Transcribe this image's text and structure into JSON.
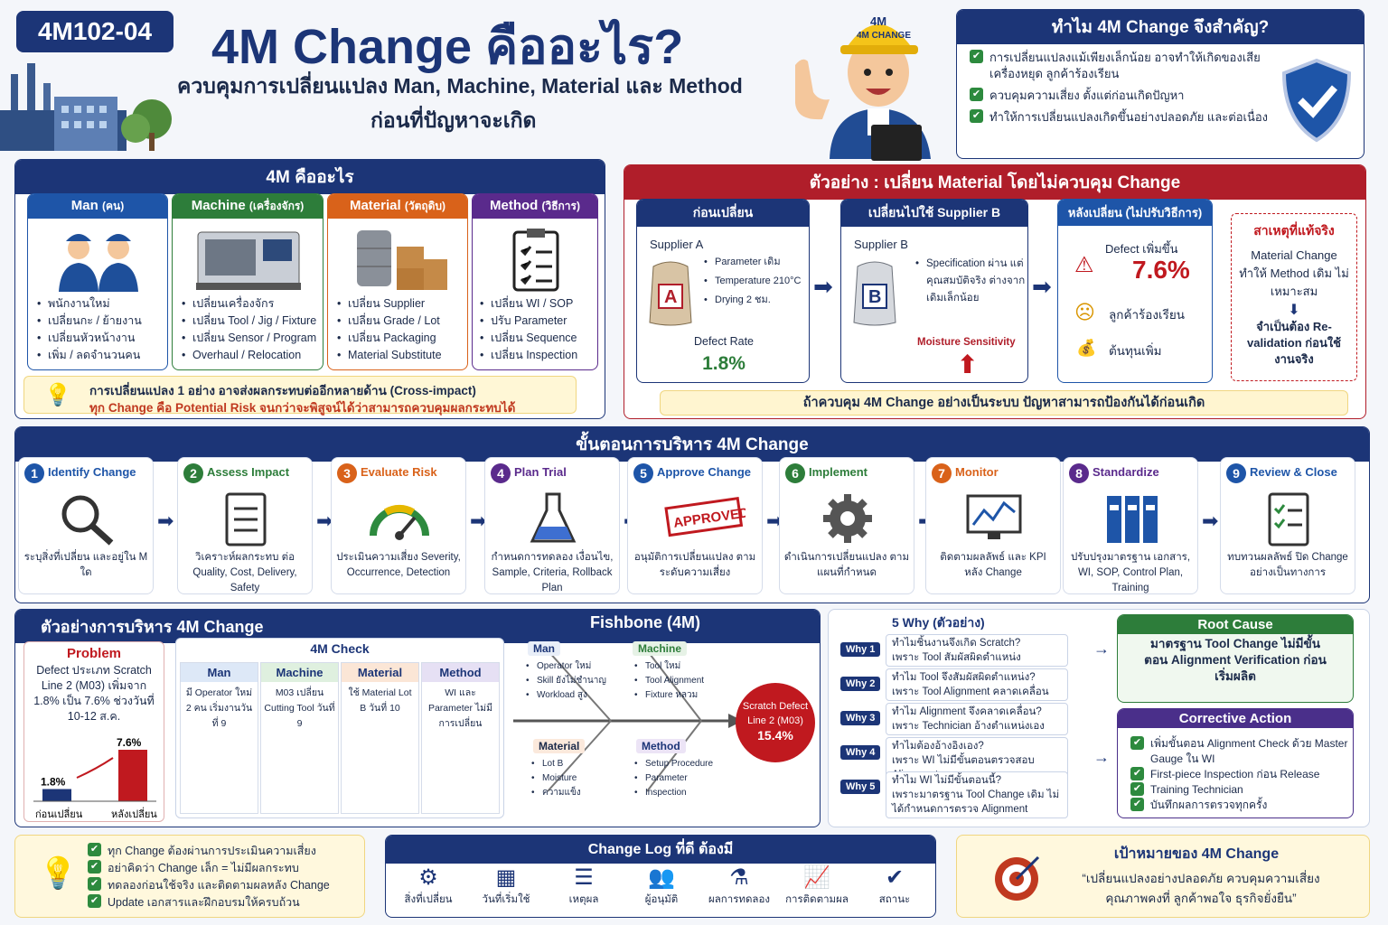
{
  "code": "4M102-04",
  "title": "4M Change คืออะไร?",
  "subtitle1": "ควบคุมการเปลี่ยนแปลง Man, Machine, Material และ Method",
  "subtitle2": "ก่อนที่ปัญหาจะเกิด",
  "helmet_text": "4M CHANGE",
  "why": {
    "title": "ทำไม 4M Change จึงสำคัญ?",
    "items": [
      "การเปลี่ยนแปลงแม้เพียงเล็กน้อย อาจทำให้เกิดของเสีย เครื่องหยุด ลูกค้าร้องเรียน",
      "ควบคุมความเสี่ยง ตั้งแต่ก่อนเกิดปัญหา",
      "ทำให้การเปลี่ยนแปลงเกิดขึ้นอย่างปลอดภัย และต่อเนื่อง"
    ]
  },
  "fourm": {
    "title": "4M คืออะไร",
    "cols": [
      {
        "name": "Man",
        "th": "(คน)",
        "items": [
          "พนักงานใหม่",
          "เปลี่ยนกะ / ย้ายงาน",
          "เปลี่ยนหัวหน้างาน",
          "เพิ่ม / ลดจำนวนคน"
        ]
      },
      {
        "name": "Machine",
        "th": "(เครื่องจักร)",
        "items": [
          "เปลี่ยนเครื่องจักร",
          "เปลี่ยน Tool / Jig / Fixture",
          "เปลี่ยน Sensor / Program",
          "Overhaul / Relocation"
        ]
      },
      {
        "name": "Material",
        "th": "(วัตถุดิบ)",
        "items": [
          "เปลี่ยน Supplier",
          "เปลี่ยน Grade / Lot",
          "เปลี่ยน Packaging",
          "Material Substitute"
        ]
      },
      {
        "name": "Method",
        "th": "(วิธีการ)",
        "items": [
          "เปลี่ยน WI / SOP",
          "ปรับ Parameter",
          "เปลี่ยน Sequence",
          "เปลี่ยน Inspection"
        ]
      }
    ],
    "note1": "การเปลี่ยนแปลง 1 อย่าง อาจส่งผลกระทบต่ออีกหลายด้าน (Cross-impact)",
    "note2": "ทุก Change คือ Potential Risk จนกว่าจะพิสูจน์ได้ว่าสามารถควบคุมผลกระทบได้"
  },
  "example": {
    "title": "ตัวอย่าง : เปลี่ยน Material โดยไม่ควบคุม Change",
    "before": {
      "title": "ก่อนเปลี่ยน",
      "supplier": "Supplier A",
      "bag": "A",
      "items": [
        "Parameter เดิม",
        "Temperature 210°C",
        "Drying 2 ชม."
      ],
      "rate_label": "Defect Rate",
      "rate": "1.8%"
    },
    "change": {
      "title": "เปลี่ยนไปใช้ Supplier B",
      "supplier": "Supplier B",
      "bag": "B",
      "items": [
        "Specification ผ่าน แต่คุณสมบัติจริง ต่างจากเดิมเล็กน้อย"
      ],
      "risk": "Moisture Sensitivity"
    },
    "after": {
      "title": "หลังเปลี่ยน (ไม่ปรับวิธีการ)",
      "defect_label": "Defect เพิ่มขึ้น",
      "defect": "7.6%",
      "complaint": "ลูกค้าร้องเรียน",
      "cost": "ต้นทุนเพิ่ม"
    },
    "cause": {
      "title": "สาเหตุที่แท้จริง",
      "l1": "Material Change ทำให้ Method เดิม ไม่เหมาะสม",
      "l2": "จำเป็นต้อง Re-validation ก่อนใช้งานจริง"
    },
    "footer": "ถ้าควบคุม 4M Change อย่างเป็นระบบ ปัญหาสามารถป้องกันได้ก่อนเกิด"
  },
  "process": {
    "title": "ขั้นตอนการบริหาร 4M Change",
    "steps": [
      {
        "n": "1",
        "t": "Identify Change",
        "d": "ระบุสิ่งที่เปลี่ยน และอยู่ใน M ใด",
        "c": "#1e55a8"
      },
      {
        "n": "2",
        "t": "Assess Impact",
        "d": "วิเคราะห์ผลกระทบ ต่อ Quality, Cost, Delivery, Safety",
        "c": "#2d7d3a"
      },
      {
        "n": "3",
        "t": "Evaluate Risk",
        "d": "ประเมินความเสี่ยง Severity, Occurrence, Detection",
        "c": "#d9621a"
      },
      {
        "n": "4",
        "t": "Plan Trial",
        "d": "กำหนดการทดลอง เงื่อนไข, Sample, Criteria, Rollback Plan",
        "c": "#5a2a8c"
      },
      {
        "n": "5",
        "t": "Approve Change",
        "d": "อนุมัติการเปลี่ยนแปลง ตามระดับความเสี่ยง",
        "c": "#1e55a8"
      },
      {
        "n": "6",
        "t": "Implement",
        "d": "ดำเนินการเปลี่ยนแปลง ตามแผนที่กำหนด",
        "c": "#2d7d3a"
      },
      {
        "n": "7",
        "t": "Monitor",
        "d": "ติดตามผลลัพธ์ และ KPI หลัง Change",
        "c": "#d9621a"
      },
      {
        "n": "8",
        "t": "Standardize",
        "d": "ปรับปรุงมาตรฐาน เอกสาร, WI, SOP, Control Plan, Training",
        "c": "#5a2a8c"
      },
      {
        "n": "9",
        "t": "Review & Close",
        "d": "ทบทวนผลลัพธ์ ปิด Change อย่างเป็นทางการ",
        "c": "#1e55a8"
      }
    ],
    "approved": "APPROVED"
  },
  "case": {
    "title": "ตัวอย่างการบริหาร 4M Change",
    "fish_title": "Fishbone (4M)",
    "problem": {
      "title": "Problem",
      "desc": "Defect ประเภท Scratch Line 2 (M03) เพิ่มจาก 1.8% เป็น 7.6% ช่วงวันที่ 10-12 ส.ค.",
      "before": "1.8%",
      "after": "7.6%",
      "before_label": "ก่อนเปลี่ยน",
      "after_label": "หลังเปลี่ยน"
    },
    "check": {
      "title": "4M Check",
      "cols": [
        {
          "h": "Man",
          "v": "มี Operator ใหม่ 2 คน เริ่มงานวันที่ 9"
        },
        {
          "h": "Machine",
          "v": "M03 เปลี่ยน Cutting Tool วันที่ 9"
        },
        {
          "h": "Material",
          "v": "ใช้ Material Lot B วันที่ 10"
        },
        {
          "h": "Method",
          "v": "WI และ Parameter ไม่มีการเปลี่ยน"
        }
      ]
    },
    "fish": {
      "man": {
        "t": "Man",
        "items": [
          "Operator ใหม่",
          "Skill ยังไม่ชำนาญ",
          "Workload สูง"
        ]
      },
      "machine": {
        "t": "Machine",
        "items": [
          "Tool ใหม่",
          "Tool Alignment",
          "Fixture หลวม"
        ]
      },
      "material": {
        "t": "Material",
        "items": [
          "Lot B",
          "Moisture",
          "ความแข็ง"
        ]
      },
      "method": {
        "t": "Method",
        "items": [
          "Setup Procedure",
          "Parameter",
          "Inspection"
        ]
      },
      "head1": "Scratch Defect",
      "head2": "Line 2 (M03)",
      "head3": "15.4%"
    },
    "fivewhy": {
      "title": "5 Why (ตัวอย่าง)",
      "rows": [
        {
          "b": "Why 1",
          "q": "ทำไมชิ้นงานจึงเกิด Scratch?",
          "a": "เพราะ Tool สัมผัสผิดตำแหน่ง"
        },
        {
          "b": "Why 2",
          "q": "ทำไม Tool จึงสัมผัสผิดตำแหน่ง?",
          "a": "เพราะ Tool Alignment คลาดเคลื่อน"
        },
        {
          "b": "Why 3",
          "q": "ทำไม Alignment จึงคลาดเคลื่อน?",
          "a": "เพราะ Technician อ้างตำแหน่งเอง"
        },
        {
          "b": "Why 4",
          "q": "ทำไมต้องอ้างอิงเอง?",
          "a": "เพราะ WI ไม่มีขั้นตอนตรวจสอบ Alignment"
        },
        {
          "b": "Why 5",
          "q": "ทำไม WI ไม่มีขั้นตอนนี้?",
          "a": "เพราะมาตรฐาน Tool Change เดิม ไม่ได้กำหนดการตรวจ Alignment"
        }
      ]
    },
    "root": {
      "title": "Root Cause",
      "text": "มาตรฐาน Tool Change ไม่มีขั้นตอน Alignment Verification ก่อนเริ่มผลิต"
    },
    "action": {
      "title": "Corrective Action",
      "items": [
        "เพิ่มขั้นตอน Alignment Check ด้วย Master Gauge ใน WI",
        "First-piece Inspection ก่อน Release",
        "Training Technician",
        "บันทึกผลการตรวจทุกครั้ง"
      ]
    }
  },
  "tips": [
    "ทุก Change ต้องผ่านการประเมินความเสี่ยง",
    "อย่าคิดว่า Change เล็ก = ไม่มีผลกระทบ",
    "ทดลองก่อนใช้จริง และติดตามผลหลัง Change",
    "Update เอกสารและฝึกอบรมให้ครบถ้วน"
  ],
  "log": {
    "title": "Change Log ที่ดี ต้องมี",
    "items": [
      {
        "icon": "gear-icon",
        "g": "⚙",
        "l": "สิ่งที่เปลี่ยน"
      },
      {
        "icon": "calendar-icon",
        "g": "▦",
        "l": "วันที่เริ่มใช้"
      },
      {
        "icon": "document-icon",
        "g": "☰",
        "l": "เหตุผล"
      },
      {
        "icon": "people-icon",
        "g": "👥",
        "l": "ผู้อนุมัติ"
      },
      {
        "icon": "flask-icon",
        "g": "⚗",
        "l": "ผลการทดลอง"
      },
      {
        "icon": "monitor-chart-icon",
        "g": "📈",
        "l": "การติดตามผล"
      },
      {
        "icon": "checkmark-icon",
        "g": "✔",
        "l": "สถานะ"
      }
    ]
  },
  "goal": {
    "title": "เป้าหมายของ 4M Change",
    "l1": "“เปลี่ยนแปลงอย่างปลอดภัย ควบคุมความเสี่ยง",
    "l2": "คุณภาพคงที่ ลูกค้าพอใจ ธุรกิจยั่งยืน”"
  }
}
